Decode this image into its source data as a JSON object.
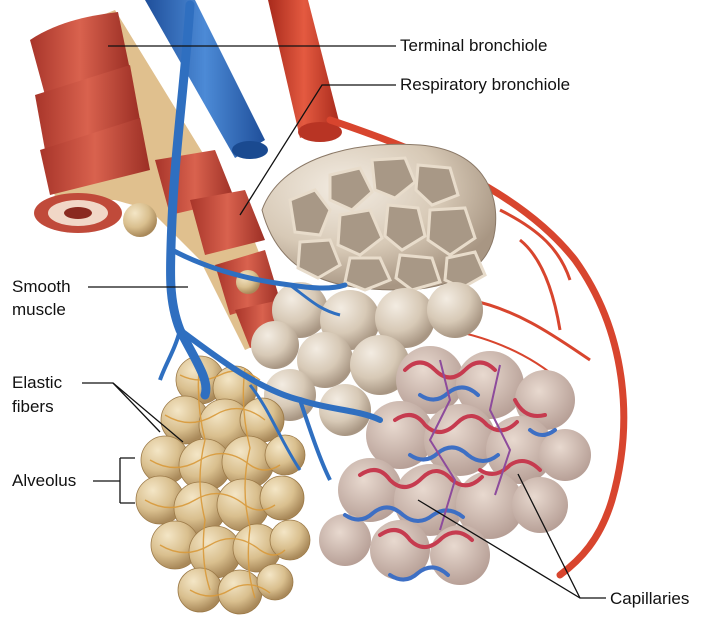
{
  "labels": {
    "terminal_bronchiole": "Terminal bronchiole",
    "respiratory_bronchiole": "Respiratory  bronchiole",
    "smooth_muscle_line1": "Smooth",
    "smooth_muscle_line2": "muscle",
    "elastic_fibers_line1": "Elastic",
    "elastic_fibers_line2": "fibers",
    "alveolus": "Alveolus",
    "capillaries": "Capillaries"
  },
  "colors": {
    "vein_blue": "#2f6fc0",
    "artery_red": "#d8452e",
    "muscle_red": "#c9503f",
    "alveolus_tan": "#d8c29a",
    "alveolar_sac_grey": "#d9cdbd",
    "leader_line": "#111111"
  }
}
